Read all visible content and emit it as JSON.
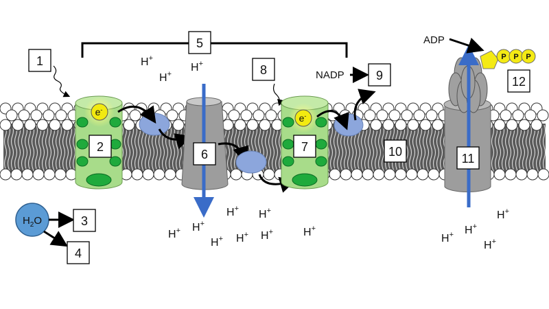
{
  "colors": {
    "photosystem": "#a8dc8a",
    "chlorophyll": "#1faa3c",
    "electron": "#f2ea10",
    "carrier": "#8ca6dc",
    "proton_arrow": "#3a6cc8",
    "protein_gray": "#9d9d9d",
    "atp_yellow": "#f4ea14"
  },
  "labels": [
    "1",
    "2",
    "3",
    "4",
    "5",
    "6",
    "7",
    "8",
    "9",
    "10",
    "11",
    "12"
  ],
  "electron_label": "e",
  "electron_sup": "-",
  "proton": {
    "base": "H",
    "sup": "+"
  },
  "water": {
    "base": "H",
    "sub": "2",
    "rest": "O"
  },
  "nadp_label": "NADP",
  "adp_label": "ADP",
  "phosphate_label": "P"
}
